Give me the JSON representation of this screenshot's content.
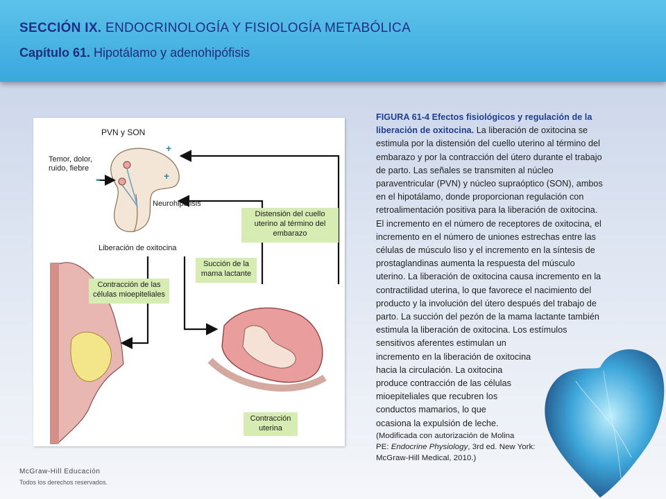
{
  "header": {
    "section_label": "SECCIÓN IX.",
    "section_title": "ENDOCRINOLOGÍA Y FISIOLOGÍA METABÓLICA",
    "chapter_label": "Capítulo 61.",
    "chapter_title": "Hipotálamo y adenohipófisis"
  },
  "figure": {
    "pvn_son": "PVN y SON",
    "temor": "Temor, dolor,\nruido, fiebre",
    "neuro": "Neurohipófisis",
    "liberacion": "Liberación de oxitocina",
    "box_distension": "Distensión del cuello uterino al término del embarazo",
    "box_succion": "Succión de la mama lactante",
    "box_contraccion_mio": "Contracción de las células mioepiteliales",
    "box_contraccion_ut": "Contracción uterina",
    "plus": "+",
    "minus": "-"
  },
  "caption": {
    "lines": [
      {
        "title": "FIGURA 61-4 Efectos fisiológicos y regulación de la"
      },
      {
        "title": "liberación de oxitocina.",
        "text": " La liberación de oxitocina se"
      },
      {
        "text": "estimula por la distensión del cuello uterino al término del"
      },
      {
        "text": "embarazo y por la contracción del útero durante el trabajo"
      },
      {
        "text": "de parto. Las señales se transmiten al núcleo"
      },
      {
        "text": "paraventricular (PVN) y núcleo supraóptico (SON), ambos"
      },
      {
        "text": "en el hipotálamo, donde proporcionan regulación con"
      },
      {
        "text": "retroalimentación positiva para la liberación de oxitocina."
      },
      {
        "text": "El incremento en el número de receptores de oxitocina, el"
      },
      {
        "text": "incremento en el número de uniones estrechas entre las"
      },
      {
        "text": "células de músculo liso y el incremento en la síntesis de"
      },
      {
        "text": "prostaglandinas aumenta la respuesta del músculo"
      },
      {
        "text": "uterino. La liberación de oxitocina causa incremento en la"
      },
      {
        "text": "contractilidad uterina, lo que favorece el nacimiento del"
      },
      {
        "text": "producto y la involución del útero después del trabajo de"
      },
      {
        "text": "parto. La succión del pezón de la mama lactante también"
      },
      {
        "text": "estimula la liberación de oxitocina. Los estímulos"
      },
      {
        "text": "sensitivos aferentes estimulan un"
      },
      {
        "text": "incremento en la liberación de oxitocina"
      },
      {
        "text": "hacia la circulación. La oxitocina"
      },
      {
        "text": "produce contracción de las células"
      },
      {
        "text": "mioepiteliales que recubren los"
      },
      {
        "text": "conductos mamarios, lo que"
      },
      {
        "text": "ocasiona la expulsión de leche."
      }
    ],
    "credit1": "(Modificada con autorización de Molina",
    "credit2_pre": "PE: ",
    "credit2_italic": "Endocrine Physiology",
    "credit2_post": ", 3rd ed. New York:",
    "credit3": "McGraw-Hill Medical, 2010.)"
  },
  "footer": {
    "publisher": "McGraw-Hill Educación",
    "rights": "Todos los derechos reservados."
  },
  "colors": {
    "header_blue": "#3aa7dd",
    "title_navy": "#1f2f86",
    "box_green": "#d7ecb2",
    "caption_blue": "#1f3d8f"
  }
}
